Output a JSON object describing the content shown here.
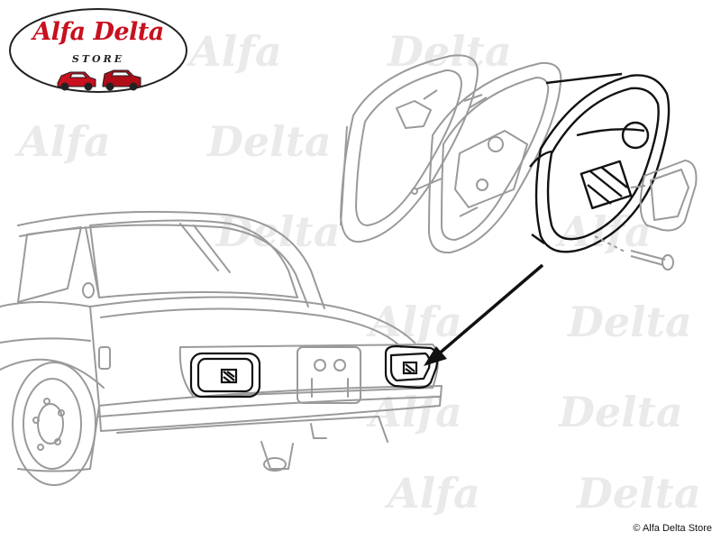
{
  "logo": {
    "title": "Alfa Delta",
    "subtitle": "STORE"
  },
  "watermarks": [
    "Alfa",
    "Delta",
    "Alfa",
    "Delta",
    "Alfa",
    "Delta",
    "Alfa",
    "Delta",
    "Alfa",
    "Delta",
    "Alfa",
    "Delta"
  ],
  "copyright": "© Alfa Delta Store",
  "colors": {
    "logo_red": "#c8101e",
    "car_outline": "#9a9a9a",
    "part_outline": "#111111"
  }
}
